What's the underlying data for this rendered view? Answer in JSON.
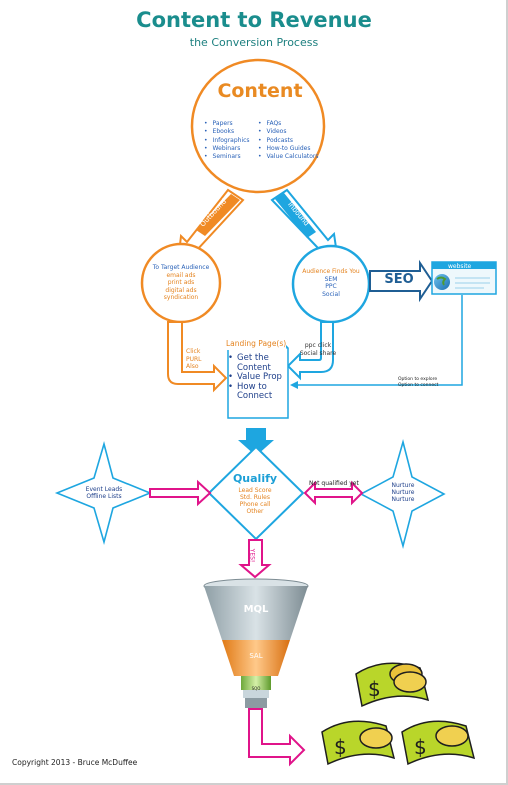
{
  "header": {
    "title": "Content to Revenue",
    "subtitle": "the Conversion Process"
  },
  "content": {
    "title": "Content",
    "left_items": [
      "Papers",
      "Ebooks",
      "Infographics",
      "Webinars",
      "Seminars"
    ],
    "right_items": [
      "FAQs",
      "Videos",
      "Podcasts",
      "How-to Guides",
      "Value Calculators"
    ]
  },
  "outbound": {
    "tag": "Outbound",
    "circle_lines": [
      "To Target Audience",
      "email ads",
      "print ads",
      "digital ads",
      "syndication"
    ],
    "response_lines": [
      "Click",
      "PURL",
      "Also"
    ]
  },
  "inbound": {
    "tag": "Inbound",
    "circle_lines": [
      "Audience Finds You",
      "SEM",
      "PPC",
      "Social"
    ],
    "response_lines": [
      "ppc click",
      "Social share"
    ]
  },
  "seo": {
    "label": "SEO",
    "website_label": "website",
    "explore_lines": [
      "Option to explore",
      "Option to connect"
    ]
  },
  "landing": {
    "title": "Landing Page(s)",
    "items": [
      "Get the Content",
      "Value Prop",
      "How to Connect"
    ]
  },
  "qualify": {
    "title": "Qualify",
    "items": [
      "Lead Score",
      "Std. Rules",
      "Phone call",
      "Other"
    ],
    "yes_label": "YES!",
    "not_qualified_label": "Not qualified yet"
  },
  "event": {
    "lines": [
      "Event Leads",
      "Offline Lists"
    ]
  },
  "nurture": {
    "lines": [
      "Nurture",
      "Nurture",
      "Nurture"
    ]
  },
  "funnel": {
    "stages": [
      "MQL",
      "SAL",
      "SQO"
    ]
  },
  "footer": {
    "copyright": "Copyright 2013 - Bruce McDuffee"
  },
  "colors": {
    "title": "#1a8d8d",
    "orange": "#f08a24",
    "blue": "#1ea6e0",
    "magenta": "#e0148a",
    "money": "#b9d62a"
  }
}
